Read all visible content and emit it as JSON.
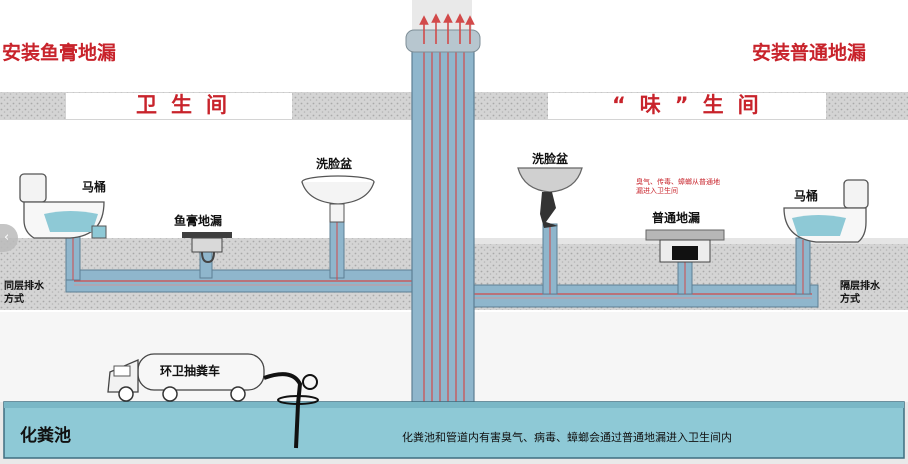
{
  "titles": {
    "left": "安装鱼膏地漏",
    "right": "安装普通地漏"
  },
  "rooms": {
    "left": "卫生间",
    "right": "“味”生间"
  },
  "fixtures": {
    "left_toilet": "马桶",
    "left_floor_drain": "鱼膏地漏",
    "left_basin": "洗脸盆",
    "right_basin": "洗脸盆",
    "right_floor_drain": "普通地漏",
    "right_toilet": "马桶"
  },
  "notes": {
    "left_drain_method": "同层排水方式",
    "right_drain_method": "隔层排水方式",
    "gas_warning": "臭气、传毒、蟑螂从普通地漏进入卫生间"
  },
  "septic": {
    "label": "化粪池",
    "note": "化粪池和管道内有害臭气、病毒、蟑螂会通过普通地漏进入卫生间内"
  },
  "truck": {
    "label": "环卫抽粪车"
  },
  "colors": {
    "title_red": "#c8232b",
    "pipe_blue": "#8fb6cc",
    "water": "#8ec9d6",
    "gas_arrow": "#d24a4a"
  },
  "icons": {
    "nav": "chevron-left-icon"
  },
  "nav": {
    "prev": "‹"
  }
}
